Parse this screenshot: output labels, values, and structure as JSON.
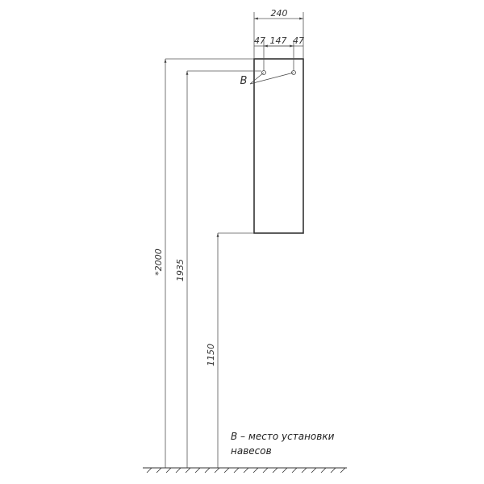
{
  "drawing": {
    "type": "wall-cabinet-installation-drawing",
    "dimensions": {
      "width_total": "240",
      "offset_left": "47",
      "mount_spacing": "147",
      "offset_right": "47",
      "overall_height": "*2000",
      "mount_height": "1935",
      "bottom_height": "1150"
    },
    "mount_label": "B",
    "legend": {
      "line1": "B – место установки",
      "line2": "навесов"
    }
  }
}
